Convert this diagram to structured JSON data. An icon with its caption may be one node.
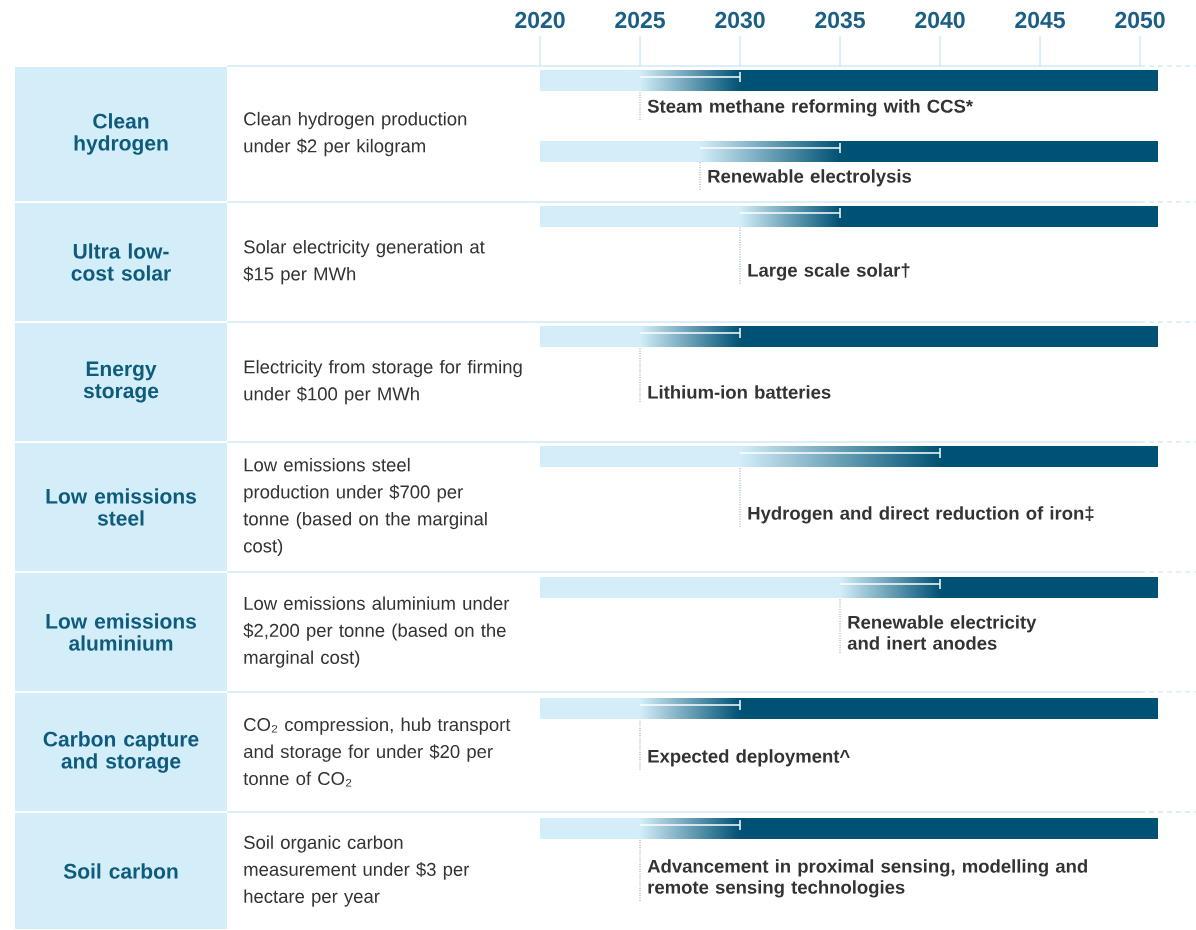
{
  "diagram": {
    "nodes": [
      {
        "text": [
          "Clean hydrogen"
        ]
      },
      {
        "text": [
          "Clean hydrogen production under $2 per kilogram"
        ]
      },
      {
        "text": [],
        "shape": "bar"
      },
      {
        "text": [
          "Steam methane reforming with CCS*"
        ]
      },
      {
        "text": [],
        "shape": "bar"
      },
      {
        "text": [
          "Renewable electrolysis"
        ]
      },
      {
        "text": [
          "Ultra low-cost solar"
        ]
      },
      {
        "text": [
          "Solar electricity generation at $15 per MWh"
        ]
      },
      {
        "text": [],
        "shape": "bar"
      },
      {
        "text": [
          "Large scale solar†"
        ]
      },
      {
        "text": [
          "Energy storage"
        ]
      },
      {
        "text": [
          "Electricity from storage for firming under $100 per MWh"
        ]
      },
      {
        "text": [],
        "shape": "bar"
      },
      {
        "text": [
          "Lithium-ion batteries"
        ]
      },
      {
        "text": [
          "Low emissions steel"
        ]
      },
      {
        "text": [
          "Low emissions steel production under $700 per tonne (based on the marginal cost)"
        ]
      },
      {
        "text": [],
        "shape": "bar"
      },
      {
        "text": [
          "Hydrogen and direct reduction of iron‡"
        ]
      },
      {
        "text": [
          "Low emissions aluminium"
        ]
      },
      {
        "text": [
          "Low emissions aluminium under $2,200 per tonne (based on the marginal cost)"
        ]
      },
      {
        "text": [],
        "shape": "bar"
      },
      {
        "text": [
          "Renewable electricity and inert anodes"
        ]
      },
      {
        "text": [
          "Carbon capture and storage"
        ]
      },
      {
        "text": [
          "CO₂ compression, hub transport and storage for under $20 per tonne of CO₂"
        ]
      },
      {
        "text": [],
        "shape": "bar"
      },
      {
        "text": [
          "Expected deployment^"
        ]
      },
      {
        "text": [
          "Soil carbon"
        ]
      },
      {
        "text": [
          "Soil organic carbon measurement under $3 per hectare per year"
        ]
      },
      {
        "text": [],
        "shape": "bar"
      },
      {
        "text": [
          "Advancement in proximal sensing, modelling and remote sensing technologies"
        ]
      }
    ],
    "edges": [
      {
        "from": 3,
        "to": 2,
        "arrow": "none"
      },
      {
        "from": 5,
        "to": 4,
        "arrow": "none"
      },
      {
        "from": 9,
        "to": 8,
        "arrow": "none"
      },
      {
        "from": 13,
        "to": 12,
        "arrow": "none"
      },
      {
        "from": 17,
        "to": 16,
        "arrow": "none"
      },
      {
        "from": 21,
        "to": 20,
        "arrow": "none"
      },
      {
        "from": 25,
        "to": 24,
        "arrow": "none"
      },
      {
        "from": 29,
        "to": 28,
        "arrow": "none"
      }
    ],
    "labels": [
      "2020",
      "2025",
      "2030",
      "2035",
      "2040",
      "2045",
      "2050"
    ]
  }
}
